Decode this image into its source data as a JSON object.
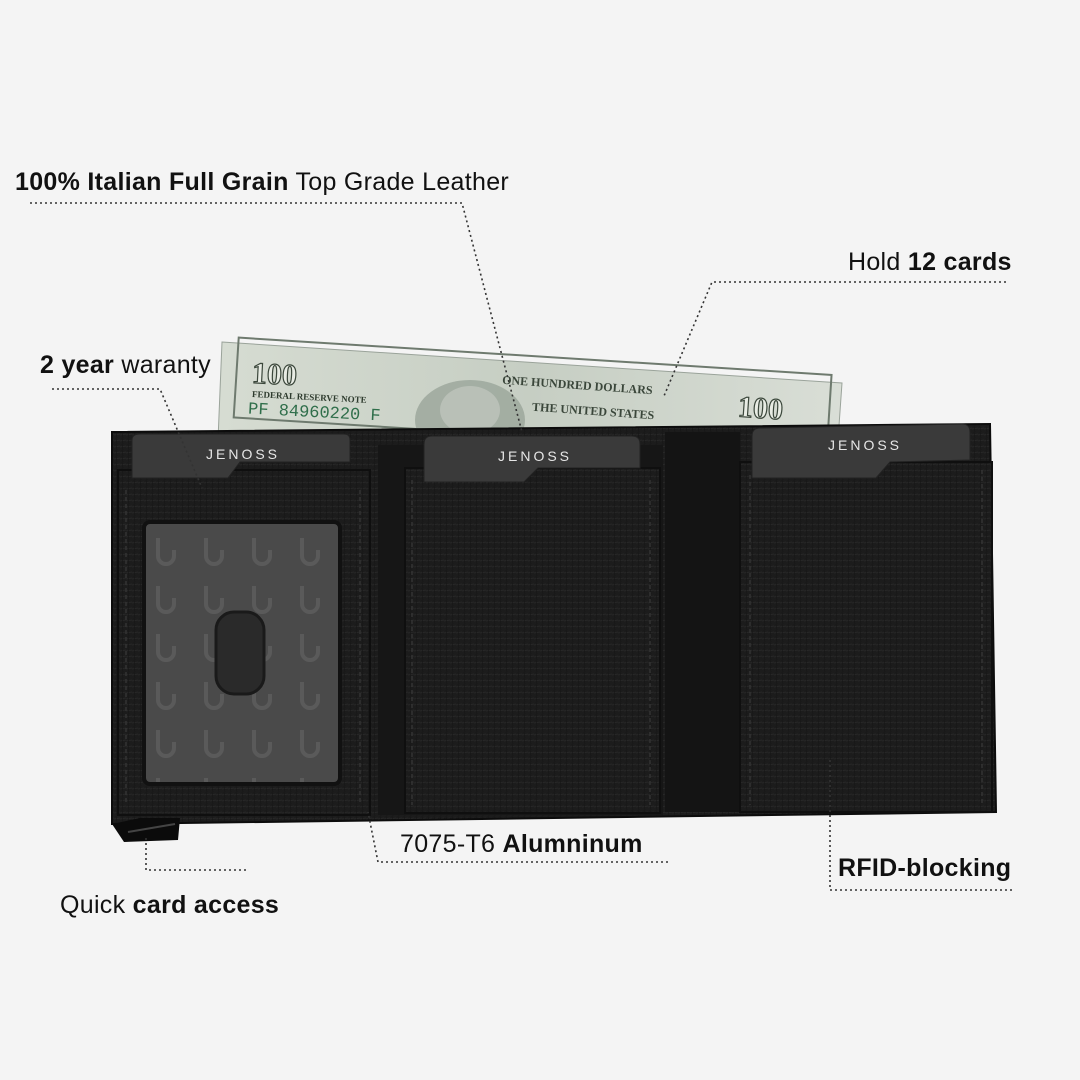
{
  "callouts": {
    "leather": {
      "bold": "100% Italian Full Grain",
      "regular": " Top Grade Leather"
    },
    "cards": {
      "regular": "Hold ",
      "bold": "12 cards"
    },
    "warranty": {
      "bold": "2 year",
      "regular": " waranty"
    },
    "aluminum": {
      "regular": "7075-T6 ",
      "bold": "Alumninum"
    },
    "rfid": {
      "bold": "RFID-blocking"
    },
    "access": {
      "regular": "Quick ",
      "bold": "card access"
    }
  },
  "card_brand": "JENOSS",
  "banknote": {
    "denomination": "100",
    "issuer": "FEDERAL RESERVE NOTE",
    "serial": "PF 84960220 F",
    "words": "ONE HUNDRED DOLLARS",
    "country": "THE UNITED STATES"
  },
  "colors": {
    "background": "#f4f4f4",
    "leather": "#1b1b1b",
    "card": "#3a3a3a",
    "bill": "#cfd6cc"
  }
}
